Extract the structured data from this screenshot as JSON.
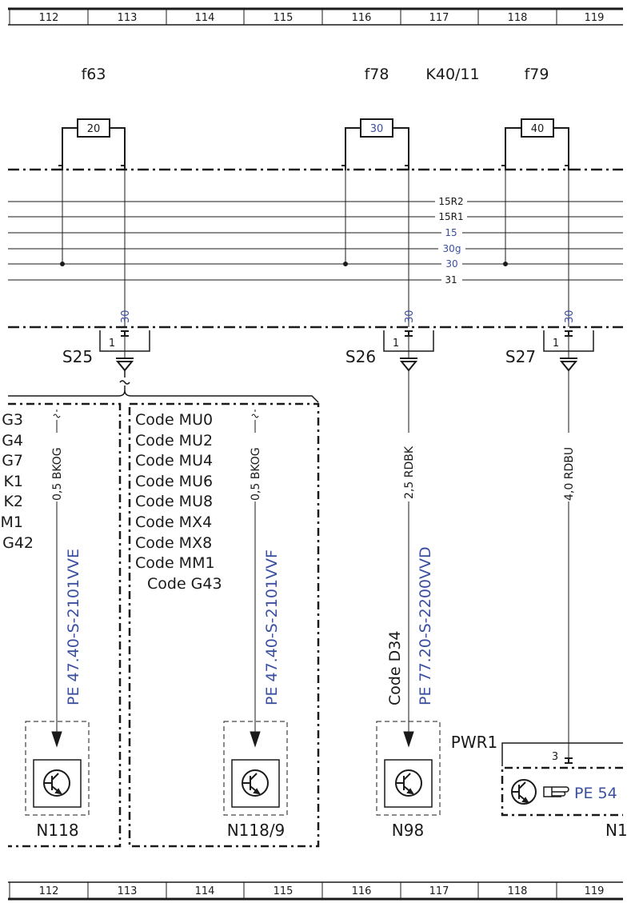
{
  "ruler": {
    "columns": [
      "112",
      "113",
      "114",
      "115",
      "116",
      "117",
      "118",
      "119"
    ]
  },
  "header": {
    "relay": "K40/11"
  },
  "fuses": [
    {
      "name": "f63",
      "rating": "20"
    },
    {
      "name": "f78",
      "rating": "30"
    },
    {
      "name": "f79",
      "rating": "40"
    }
  ],
  "bus_lines": [
    "15R2",
    "15R1",
    "15",
    "30g",
    "30",
    "31"
  ],
  "terminals": {
    "t30": "30",
    "pin1": "1",
    "pin3": "3"
  },
  "splices": [
    "S25",
    "S26",
    "S27"
  ],
  "wires": {
    "w1": "0,5 BKOG",
    "w2": "0,5 BKOG",
    "w3": "2,5 RDBK",
    "w4": "4,0 RDBU"
  },
  "codes_left": [
    "G3",
    "G4",
    "G7",
    "K1",
    "K2",
    "M1",
    "G42"
  ],
  "codes_mid": [
    "Code MU0",
    "Code MU2",
    "Code MU4",
    "Code MU6",
    "Code MU8",
    "Code MX4",
    "Code MX8",
    "Code MM1",
    "Code G43"
  ],
  "code_d34": "Code D34",
  "pe": {
    "p1": "PE 47.40-S-2101VVE",
    "p2": "PE 47.40-S-2101VVF",
    "p3": "PE 77.20-S-2200VVD",
    "p4": "PE 54"
  },
  "pwr": "PWR1",
  "components": {
    "c1": "N118",
    "c2": "N118/9",
    "c3": "N98",
    "c4": "N1"
  },
  "colors": {
    "ink": "#1a1a1a",
    "blue": "#3a4fa0"
  }
}
